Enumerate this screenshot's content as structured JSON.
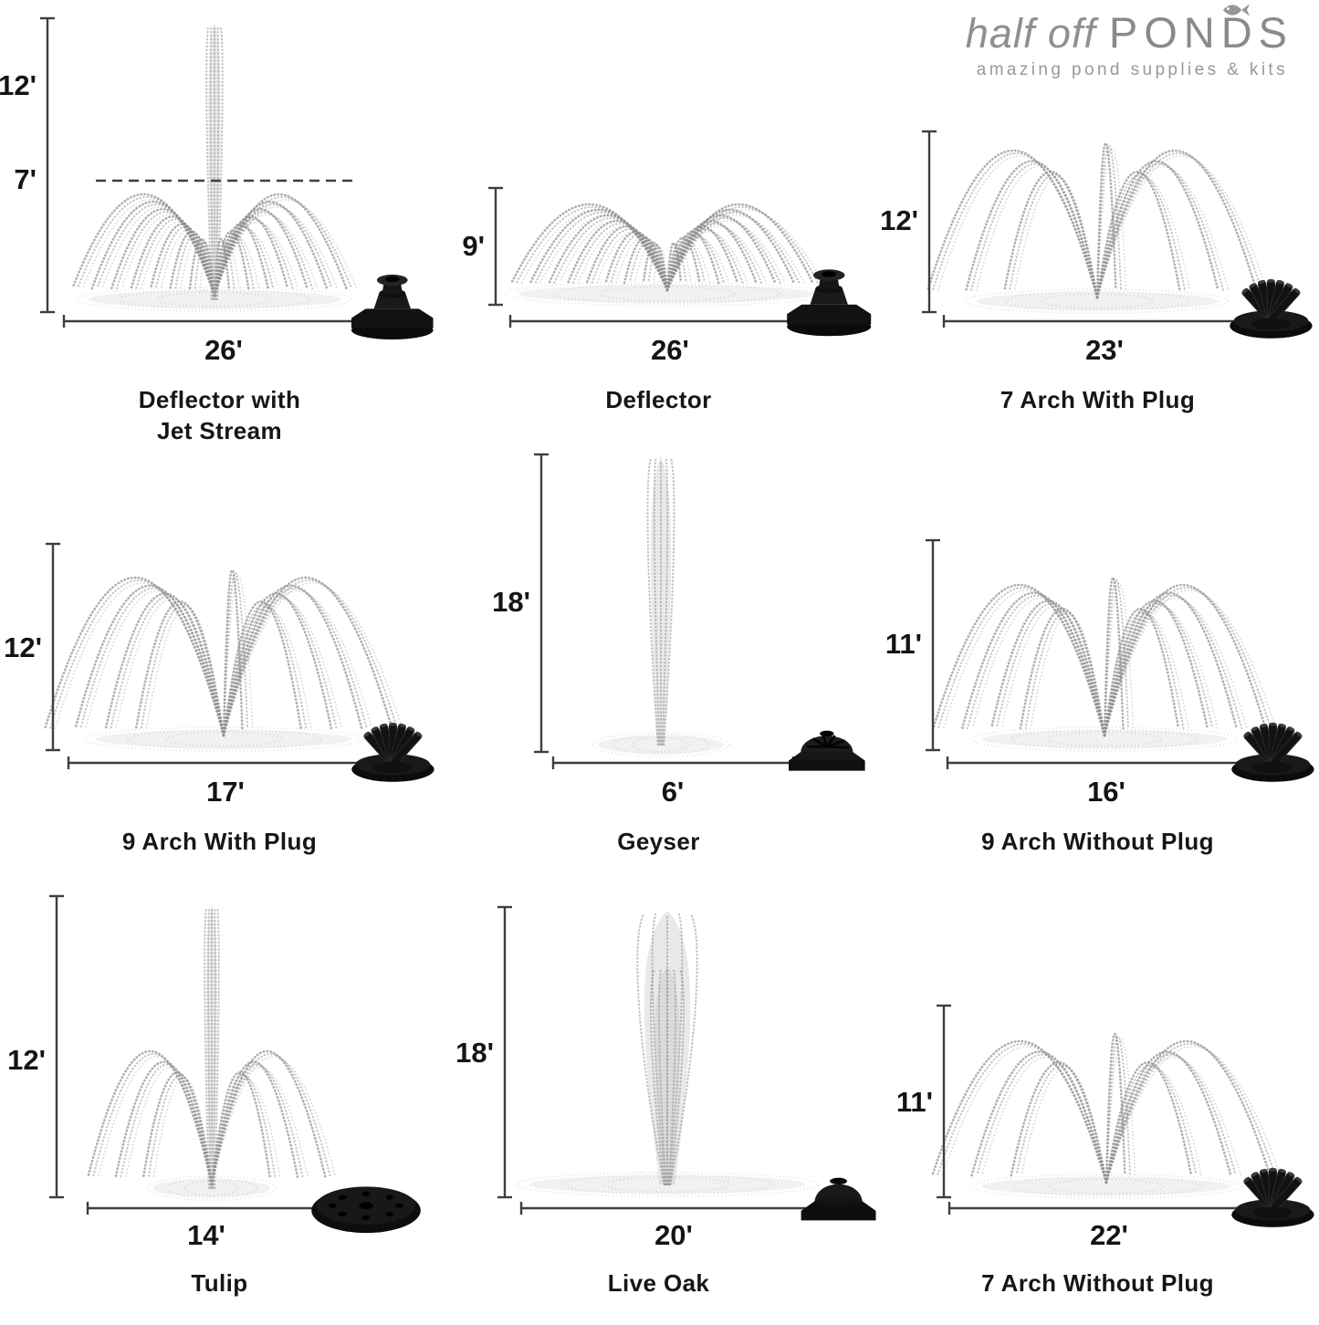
{
  "brand": {
    "name_light": "half off",
    "name_bold": "PONDS",
    "tagline": "amazing pond supplies & kits"
  },
  "cells": [
    {
      "label": "Deflector with\nJet Stream",
      "height": "12'",
      "height2": "7'",
      "width": "26'",
      "spray": "jet-with-fan",
      "nozzle_icon": "deflector-nozzle"
    },
    {
      "label": "Deflector",
      "height": "9'",
      "width": "26'",
      "spray": "wide-fan",
      "nozzle_icon": "deflector-nozzle"
    },
    {
      "label": "7 Arch With Plug",
      "height": "12'",
      "width": "23'",
      "spray": "7-arch",
      "nozzle_icon": "cluster-nozzle"
    },
    {
      "label": "9 Arch With Plug",
      "height": "12'",
      "width": "17'",
      "spray": "9-arch",
      "nozzle_icon": "cluster-nozzle"
    },
    {
      "label": "Geyser",
      "height": "18'",
      "width": "6'",
      "spray": "column",
      "nozzle_icon": "geyser-nozzle"
    },
    {
      "label": "9 Arch Without Plug",
      "height": "11'",
      "width": "16'",
      "spray": "9-arch",
      "nozzle_icon": "cluster-nozzle"
    },
    {
      "label": "Tulip",
      "height": "12'",
      "width": "14'",
      "spray": "column-with-arches",
      "nozzle_icon": "tulip-disc-nozzle"
    },
    {
      "label": "Live Oak",
      "height": "18'",
      "width": "20'",
      "spray": "wide-column",
      "nozzle_icon": "dome-nozzle"
    },
    {
      "label": "7 Arch Without Plug",
      "height": "11'",
      "width": "22'",
      "spray": "7-arch",
      "nozzle_icon": "cluster-nozzle"
    }
  ]
}
